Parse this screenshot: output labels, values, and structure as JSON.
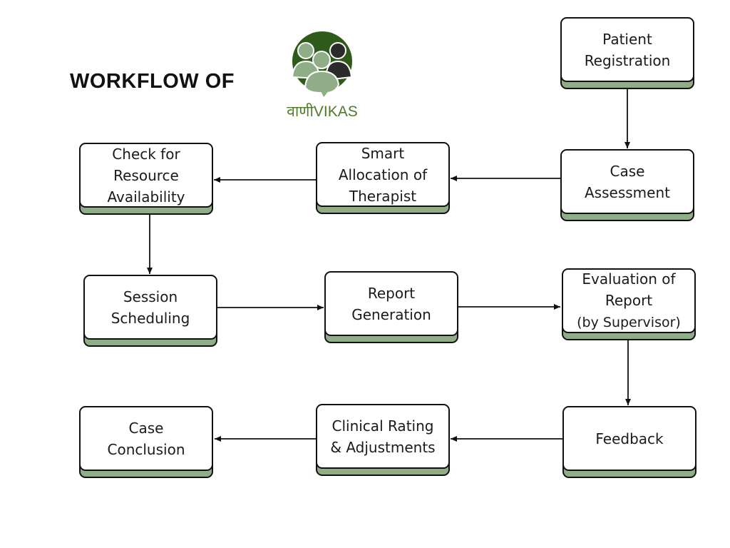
{
  "header": {
    "title": "WORKFLOW OF",
    "logo_text": "वाणीVIKAS"
  },
  "colors": {
    "box_shadow": "#8fae88",
    "logo_circle": "#2e5a1a",
    "logo_people_light": "#8fae88",
    "logo_people_dark": "#2b2b2b",
    "logo_text": "#4f7a2a"
  },
  "nodes": {
    "patient_registration": "Patient\nRegistration",
    "case_assessment": "Case\nAssessment",
    "smart_allocation": "Smart\nAllocation of\nTherapist",
    "resource_check": "Check for\nResource\nAvailability",
    "session_scheduling": "Session\nScheduling",
    "report_generation": "Report\nGeneration",
    "evaluation_title": "Evaluation of\nReport",
    "evaluation_note": "(by Supervisor)",
    "feedback": "Feedback",
    "clinical_rating": "Clinical Rating\n& Adjustments",
    "case_conclusion": "Case\nConclusion"
  }
}
